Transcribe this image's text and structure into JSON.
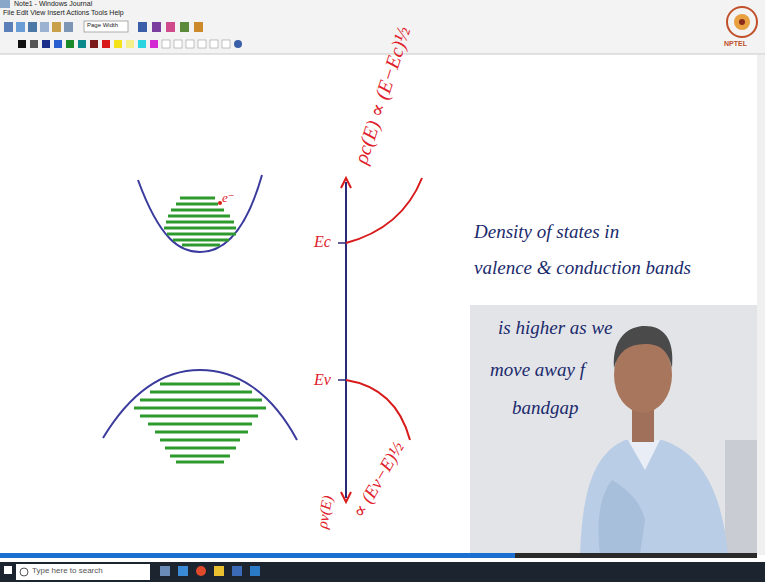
{
  "diagram": {
    "labels": [
      "Note1 - Windows Journal",
      "File Edit View Insert Actions Tools Help",
      "Page Width",
      "NPTEL",
      "ρc(E) ∝ (E−Ec)½",
      "e⁻",
      "Ec",
      "Ev",
      "ρv(E)",
      "∝ (Ev−E)½",
      "Density of states in",
      "valence & conduction bands",
      "is higher as we",
      "move away f",
      "bandgap",
      "Type here to search"
    ]
  }
}
